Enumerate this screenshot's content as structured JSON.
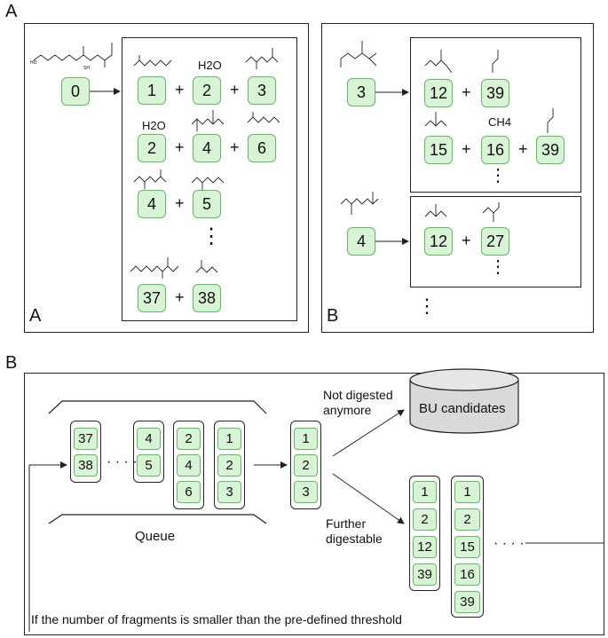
{
  "labels": {
    "fig_a": "A",
    "fig_b": "B",
    "sub_a": "A",
    "sub_b": "B"
  },
  "panelA": {
    "parent": "0",
    "rows": [
      {
        "items": [
          "1",
          "2",
          "3"
        ],
        "molecule_text": "H2O"
      },
      {
        "items": [
          "2",
          "4",
          "6"
        ],
        "molecule_text": "H2O"
      },
      {
        "items": [
          "4",
          "5"
        ]
      },
      {
        "items": [
          "37",
          "38"
        ]
      }
    ],
    "vdots": "⋮",
    "plus": "+"
  },
  "panelB": {
    "parent1": "3",
    "parent1_rows": [
      {
        "items": [
          "12",
          "39"
        ]
      },
      {
        "items": [
          "15",
          "16",
          "39"
        ],
        "molecule_text": "CH4"
      }
    ],
    "parent2": "4",
    "parent2_rows": [
      {
        "items": [
          "12",
          "27"
        ]
      }
    ],
    "vdots": "⋮"
  },
  "flow": {
    "queue_label": "Queue",
    "queue_groups": [
      [
        "37",
        "38"
      ],
      [
        "4",
        "5"
      ],
      [
        "2",
        "4",
        "6"
      ],
      [
        "1",
        "2",
        "3"
      ]
    ],
    "ellipsis": "· · · ·",
    "current": [
      "1",
      "2",
      "3"
    ],
    "not_digested_label": "Not digested\nanymore",
    "bu_candidates": "BU candidates",
    "further_label": "Further\ndigestable",
    "results": [
      [
        "1",
        "2",
        "12",
        "39"
      ],
      [
        "1",
        "2",
        "15",
        "16",
        "39"
      ]
    ],
    "results_ellipsis": "· · · ·",
    "threshold_text": "If the number of fragments is smaller than the pre-defined threshold"
  },
  "colors": {
    "box_fill": "#d9f3d6",
    "box_border": "#5bbf5b",
    "line": "#222222"
  }
}
